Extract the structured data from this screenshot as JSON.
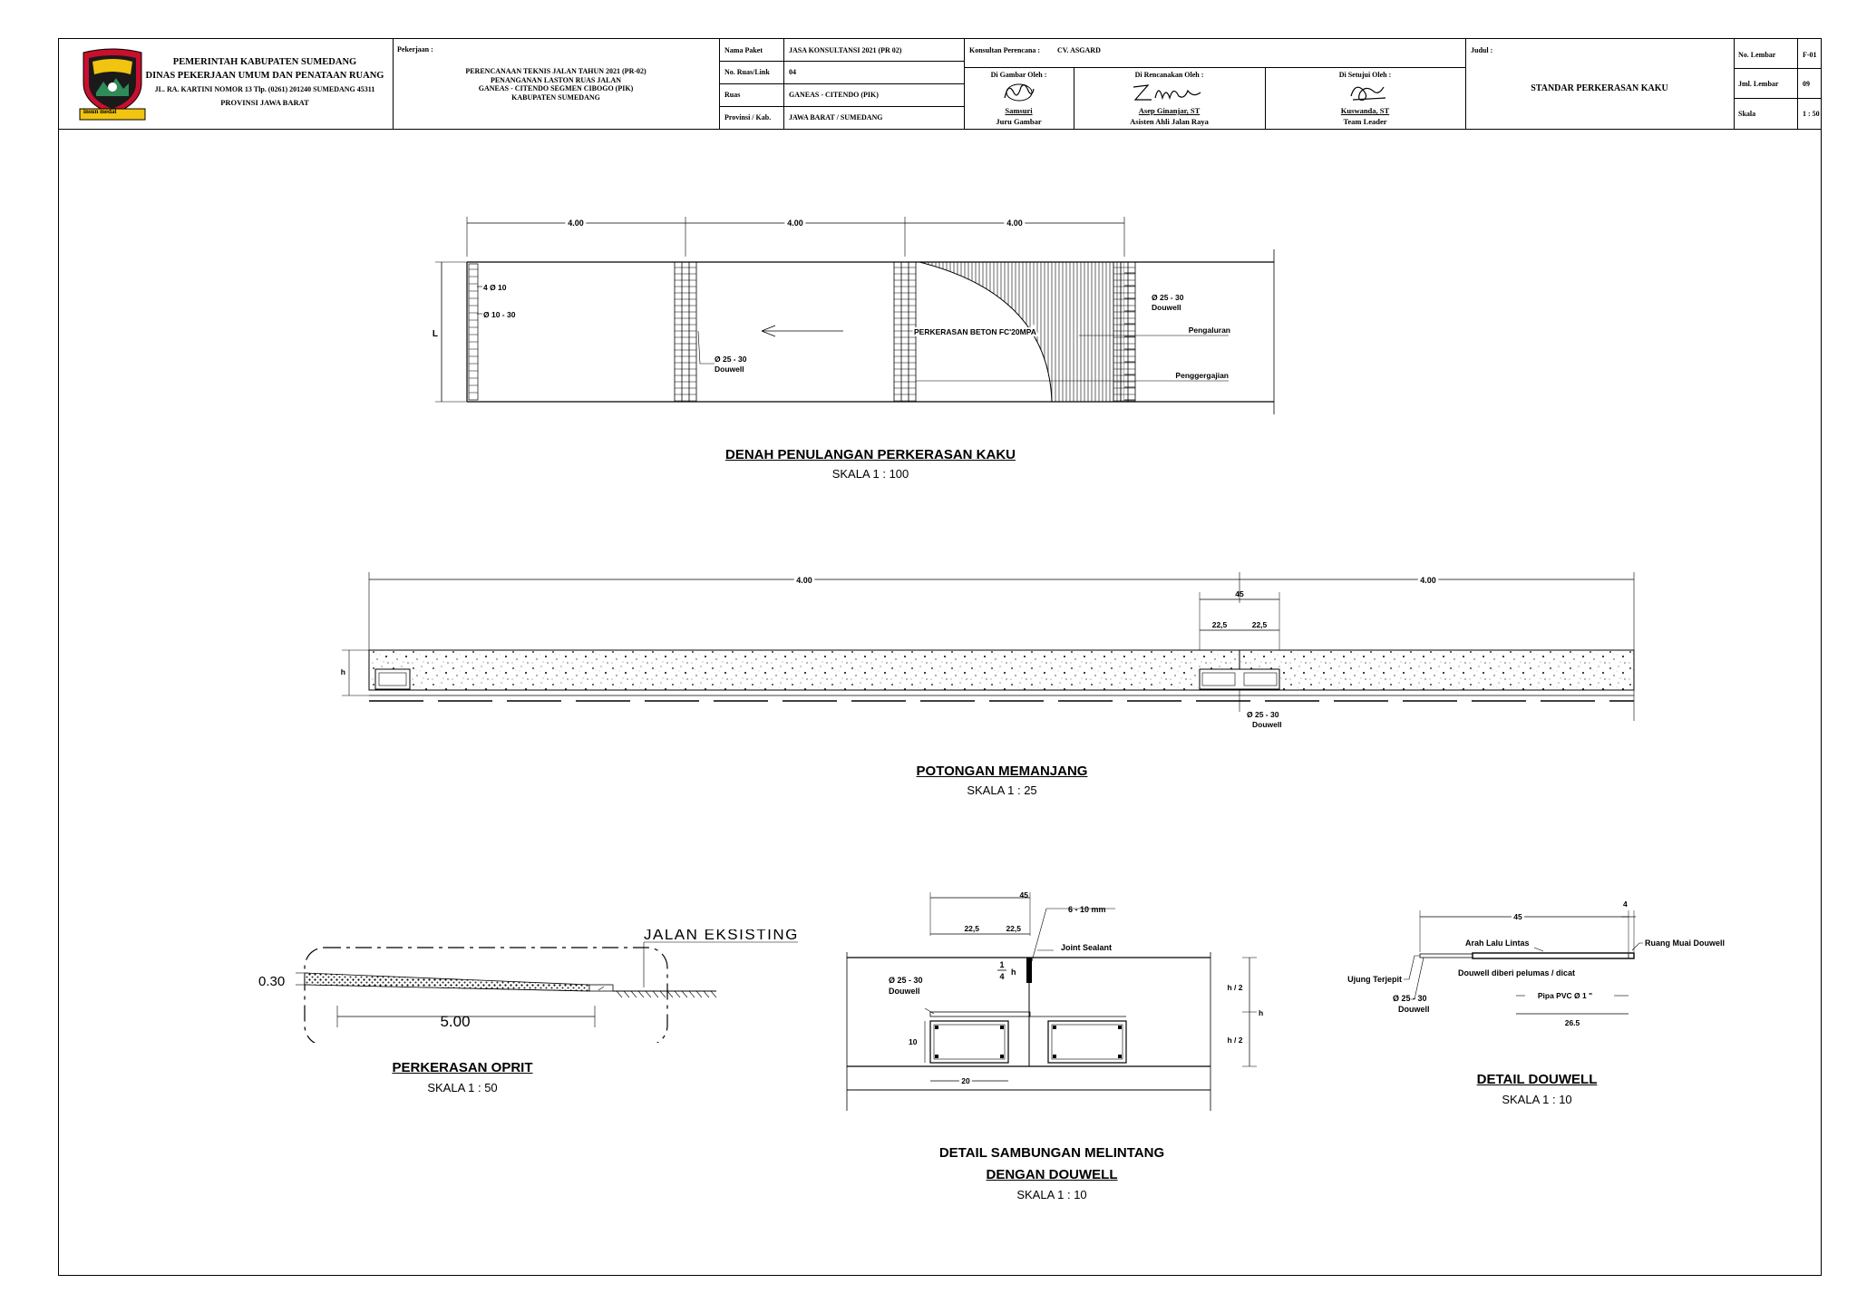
{
  "title_block": {
    "agency": {
      "line1": "PEMERINTAH KABUPATEN SUMEDANG",
      "line2": "DINAS PEKERJAAN UMUM DAN PENATAAN RUANG",
      "line3": "JL. RA. KARTINI NOMOR 13 Tlp. (0261) 201240 SUMEDANG 45311",
      "line4": "PROVINSI JAWA BARAT",
      "logo_banner": "insun medal"
    },
    "pekerjaan_label": "Pekerjaan :",
    "pekerjaan_lines": [
      "PERENCANAAN TEKNIS JALAN TAHUN 2021 (PR-02)",
      "PENANGANAN LASTON RUAS JALAN",
      "GANEAS - CITENDO SEGMEN CIBOGO (PIK)",
      "KABUPATEN SUMEDANG"
    ],
    "fields": [
      {
        "label": "Nama Paket",
        "value": "JASA KONSULTANSI 2021 (PR 02)"
      },
      {
        "label": "No. Ruas/Link",
        "value": "04"
      },
      {
        "label": "Ruas",
        "value": "GANEAS - CITENDO (PIK)"
      },
      {
        "label": "Provinsi / Kab.",
        "value": "JAWA BARAT / SUMEDANG"
      }
    ],
    "konsultan_label": "Konsultan Perencana :",
    "konsultan_value": "CV. ASGARD",
    "signers": [
      {
        "role": "Di Gambar Oleh :",
        "name": "Samsuri",
        "title": "Juru Gambar"
      },
      {
        "role": "Di Rencanakan Oleh :",
        "name": "Asep Ginanjar, ST",
        "title": "Asisten Ahli Jalan Raya"
      },
      {
        "role": "Di Setujui Oleh :",
        "name": "Kuswanda, ST",
        "title": "Team Leader"
      }
    ],
    "judul_label": "Judul :",
    "judul_value": "STANDAR PERKERASAN KAKU",
    "sheet_info": [
      {
        "label": "No. Lembar",
        "value": "F-01"
      },
      {
        "label": "Jml. Lembar",
        "value": "09"
      },
      {
        "label": "Skala",
        "value": "1 : 50"
      }
    ]
  },
  "plan": {
    "title": "DENAH PENULANGAN PERKERASAN KAKU",
    "scale": "SKALA 1 : 100",
    "dims": [
      "4.00",
      "4.00",
      "4.00"
    ],
    "dim_L": "L",
    "label_4d10": "4 Ø 10",
    "label_d10": "Ø 10 - 30",
    "label_d25_a": "Ø 25 - 30",
    "label_douwell_a": "Douwell",
    "label_beton": "PERKERASAN BETON  FC'20MPA",
    "label_d25_b": "Ø 25 - 30",
    "label_douwell_b": "Douwell",
    "label_pengaluran": "Pengaluran",
    "label_penggergajian": "Penggergajian"
  },
  "longitudinal": {
    "title": "POTONGAN MEMANJANG",
    "scale": "SKALA 1 : 25",
    "dim_left": "4.00",
    "dim_right": "4.00",
    "dim_45": "45",
    "dim_225_a": "22,5",
    "dim_225_b": "22,5",
    "dim_h": "h",
    "label_d25": "Ø 25 - 30",
    "label_douwell": "Douwell"
  },
  "oprit": {
    "title": "PERKERASAN OPRIT",
    "scale": "SKALA 1 : 50",
    "dim_thick": "0.30",
    "dim_len": "5.00",
    "label_existing": "JALAN EKSISTING"
  },
  "joint": {
    "title_line1": "DETAIL SAMBUNGAN MELINTANG",
    "title_line2": "DENGAN DOUWELL",
    "scale": "SKALA 1 : 10",
    "dim_45": "45",
    "dim_225_a": "22,5",
    "dim_225_b": "22,5",
    "dim_gap": "6 - 10 mm",
    "label_sealant": "Joint Sealant",
    "frac_num": "1",
    "frac_den": "4",
    "frac_h": "h",
    "label_d25": "Ø 25 - 30",
    "label_douwell": "Douwell",
    "dim_10": "10",
    "dim_20": "20",
    "dim_h2_a": "h / 2",
    "dim_h": "h",
    "dim_h2_b": "h / 2"
  },
  "dowel": {
    "title": "DETAIL DOUWELL",
    "scale": "SKALA 1 : 10",
    "dim_45": "45",
    "dim_4": "4",
    "label_arah": "Arah Lalu Lintas",
    "label_ruang": "Ruang Muai Douwell",
    "label_ujung": "Ujung Terjepit",
    "label_pelumas": "Douwell diberi pelumas / dicat",
    "label_d25": "Ø 25 - 30",
    "label_douwell": "Douwell",
    "label_pipa": "Pipa PVC Ø 1 \"",
    "dim_265": "26.5"
  }
}
